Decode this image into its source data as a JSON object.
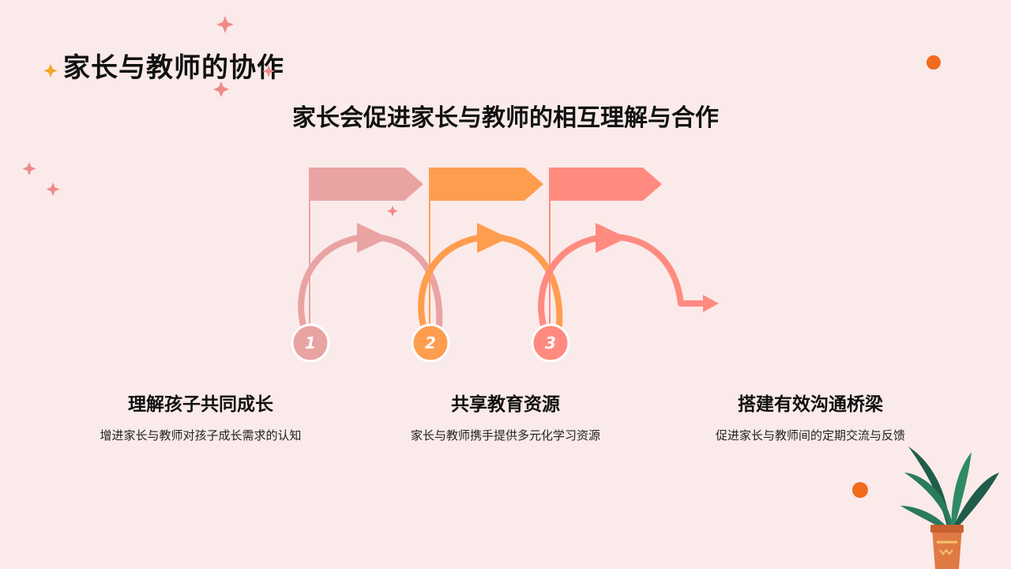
{
  "header": {
    "title": "家长与教师的协作"
  },
  "subtitle": "家长会促进家长与教师的相互理解与合作",
  "steps": [
    {
      "num": "1",
      "title": "理解孩子共同成长",
      "desc": "增进家长与教师对孩子成长需求的认知",
      "color": "#e9a3a3"
    },
    {
      "num": "2",
      "title": "共享教育资源",
      "desc": "家长与教师携手提供多元化学习资源",
      "color": "#ff9d4f"
    },
    {
      "num": "3",
      "title": "搭建有效沟通桥梁",
      "desc": "促进家长与教师间的定期交流与反馈",
      "color": "#ff8a80"
    }
  ],
  "decor": {
    "accent_orange": "#f26b1d",
    "sparkle_color": "#ef8a8a",
    "plant_icon": "potted-plant-icon"
  }
}
